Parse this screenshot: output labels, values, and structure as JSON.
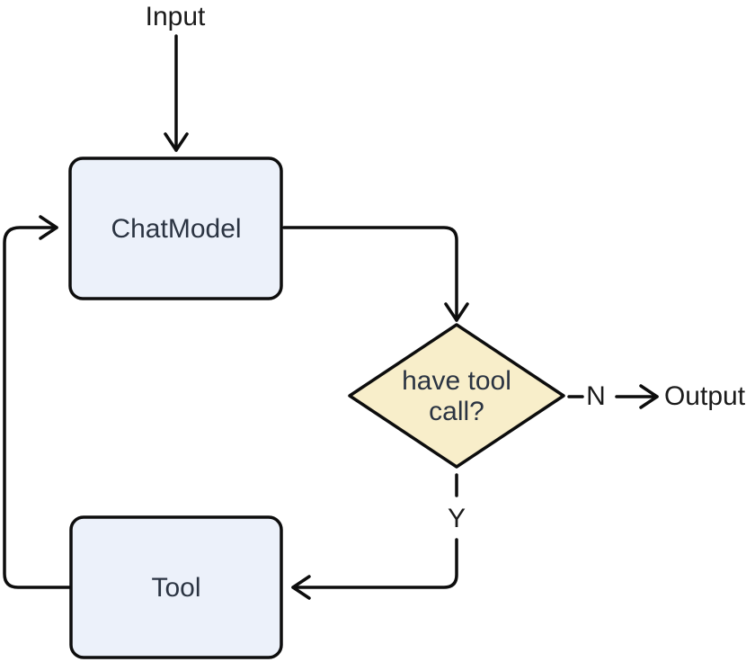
{
  "diagram": {
    "type": "flowchart",
    "background": "#ffffff",
    "line_color": "#0d0d0d",
    "text_color_nodes": "#2b3442",
    "text_color_labels": "#1b1b1b",
    "labels": {
      "input": "Input",
      "output": "Output",
      "branch_no": "N",
      "branch_yes": "Y"
    },
    "nodes": {
      "chat_model": {
        "label": "ChatModel",
        "shape": "rounded-rect",
        "fill": "#ECF1FA",
        "border": "#0d0d0d"
      },
      "decision": {
        "label": "have tool call?",
        "label_line1": "have tool",
        "label_line2": "call?",
        "shape": "diamond",
        "fill": "#F8EECA",
        "border": "#0d0d0d"
      },
      "tool": {
        "label": "Tool",
        "shape": "rounded-rect",
        "fill": "#ECF1FA",
        "border": "#0d0d0d"
      }
    },
    "edges": [
      {
        "from": "input",
        "to": "chat_model",
        "style": "solid"
      },
      {
        "from": "chat_model",
        "to": "decision",
        "style": "solid"
      },
      {
        "from": "decision",
        "to": "output",
        "style": "dashed",
        "label": "N"
      },
      {
        "from": "decision",
        "to": "tool",
        "style": "dashed",
        "label": "Y"
      },
      {
        "from": "tool",
        "to": "chat_model",
        "style": "solid"
      }
    ]
  }
}
